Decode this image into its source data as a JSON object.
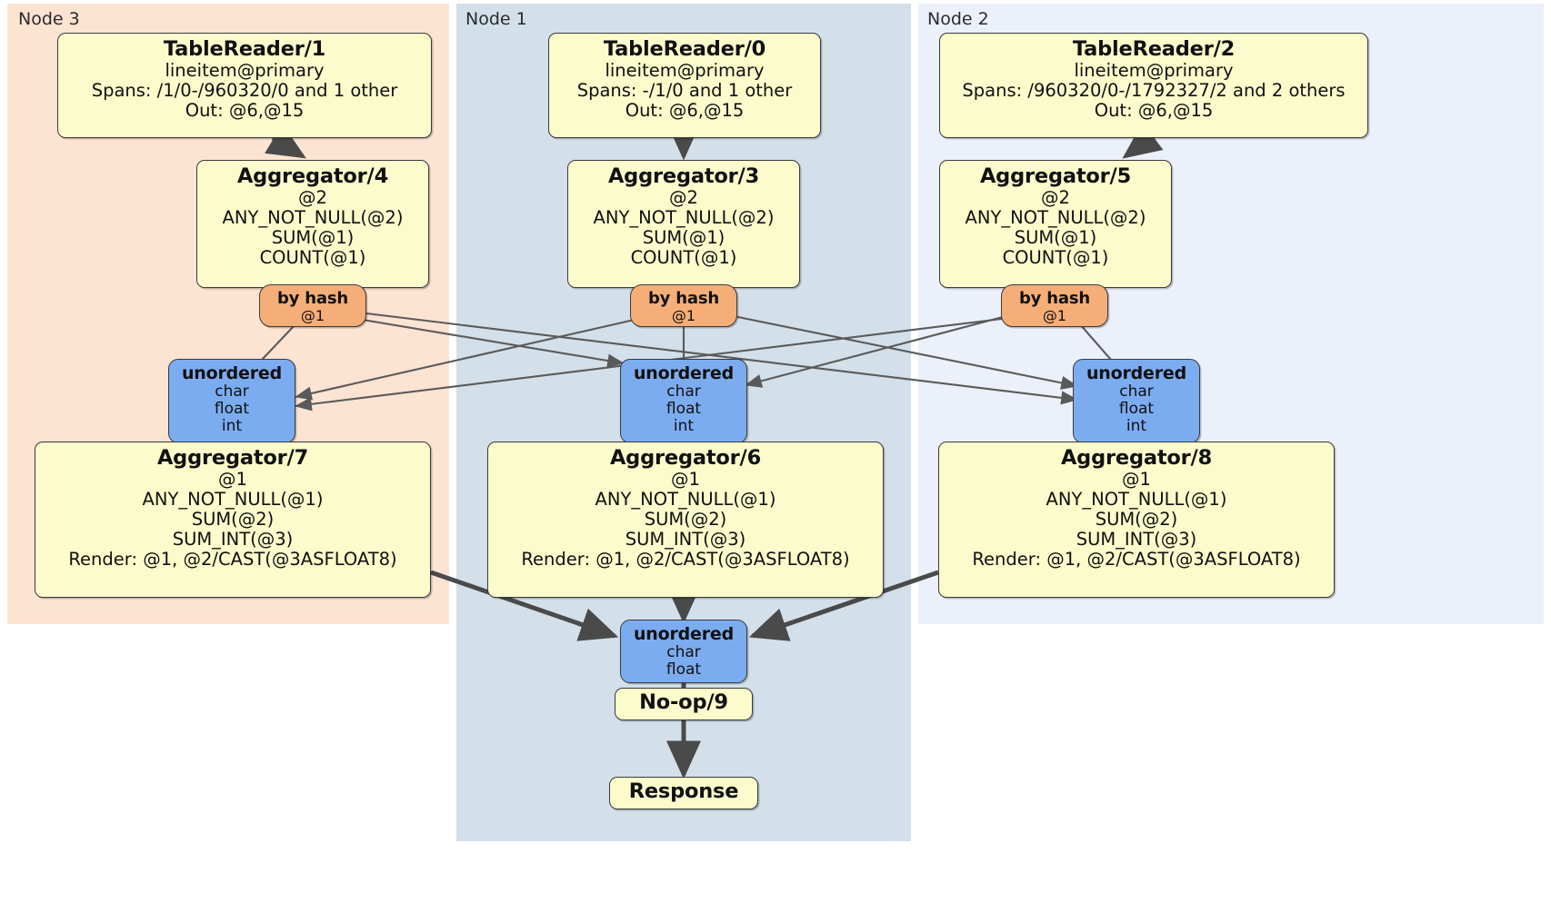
{
  "diagram": {
    "type": "distsql-flow",
    "clusters": [
      {
        "id": "node3",
        "label": "Node 3",
        "color": "#FDE3D2"
      },
      {
        "id": "node1",
        "label": "Node 1",
        "color": "#D3E0EA"
      },
      {
        "id": "node2",
        "label": "Node 2",
        "color": "#ECF0FB"
      }
    ],
    "colors": {
      "processor_fill": "#FBFBCC",
      "router_fill": "#F6AE78",
      "sync_fill": "#7CACF0",
      "border": "#3a3a3a",
      "edge_thin": "#5a5a5a",
      "edge_thick": "#4a4a4a"
    },
    "nodes": {
      "tablereader1": {
        "title": "TableReader/1",
        "lines": [
          "lineitem@primary",
          "Spans: /1/0-/960320/0 and 1 other",
          "Out: @6,@15"
        ]
      },
      "tablereader0": {
        "title": "TableReader/0",
        "lines": [
          "lineitem@primary",
          "Spans: -/1/0 and 1 other",
          "Out: @6,@15"
        ]
      },
      "tablereader2": {
        "title": "TableReader/2",
        "lines": [
          "lineitem@primary",
          "Spans: /960320/0-/1792327/2 and 2 others",
          "Out: @6,@15"
        ]
      },
      "aggregator4": {
        "title": "Aggregator/4",
        "lines": [
          "@2",
          "ANY_NOT_NULL(@2)",
          "SUM(@1)",
          "COUNT(@1)"
        ]
      },
      "aggregator3": {
        "title": "Aggregator/3",
        "lines": [
          "@2",
          "ANY_NOT_NULL(@2)",
          "SUM(@1)",
          "COUNT(@1)"
        ]
      },
      "aggregator5": {
        "title": "Aggregator/5",
        "lines": [
          "@2",
          "ANY_NOT_NULL(@2)",
          "SUM(@1)",
          "COUNT(@1)"
        ]
      },
      "byhash_left": {
        "title": "by hash",
        "lines": [
          "@1"
        ]
      },
      "byhash_center": {
        "title": "by hash",
        "lines": [
          "@1"
        ]
      },
      "byhash_right": {
        "title": "by hash",
        "lines": [
          "@1"
        ]
      },
      "unordered_left": {
        "title": "unordered",
        "lines": [
          "char",
          "float",
          "int"
        ]
      },
      "unordered_center": {
        "title": "unordered",
        "lines": [
          "char",
          "float",
          "int"
        ]
      },
      "unordered_right": {
        "title": "unordered",
        "lines": [
          "char",
          "float",
          "int"
        ]
      },
      "aggregator7": {
        "title": "Aggregator/7",
        "lines": [
          "@1",
          "ANY_NOT_NULL(@1)",
          "SUM(@2)",
          "SUM_INT(@3)",
          "Render: @1, @2/CAST(@3ASFLOAT8)"
        ]
      },
      "aggregator6": {
        "title": "Aggregator/6",
        "lines": [
          "@1",
          "ANY_NOT_NULL(@1)",
          "SUM(@2)",
          "SUM_INT(@3)",
          "Render: @1, @2/CAST(@3ASFLOAT8)"
        ]
      },
      "aggregator8": {
        "title": "Aggregator/8",
        "lines": [
          "@1",
          "ANY_NOT_NULL(@1)",
          "SUM(@2)",
          "SUM_INT(@3)",
          "Render: @1, @2/CAST(@3ASFLOAT8)"
        ]
      },
      "unordered_final": {
        "title": "unordered",
        "lines": [
          "char",
          "float"
        ]
      },
      "noop9": {
        "title": "No-op/9",
        "lines": []
      },
      "response": {
        "title": "Response",
        "lines": []
      }
    }
  }
}
